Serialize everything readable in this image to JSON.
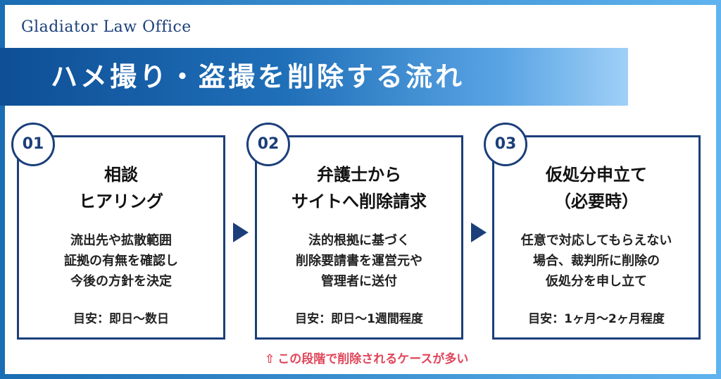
{
  "brand": "Gladiator Law Office",
  "title": "ハメ撮り・盗撮を削除する流れ",
  "steps": [
    {
      "number": "01",
      "title_line1": "相談",
      "title_line2": "ヒアリング",
      "desc_line1": "流出先や拡散範囲",
      "desc_line2": "証拠の有無を確認し",
      "desc_line3": "今後の方針を決定",
      "estimate": "目安：即日～数日"
    },
    {
      "number": "02",
      "title_line1": "弁護士から",
      "title_line2": "サイトへ削除請求",
      "desc_line1": "法的根拠に基づく",
      "desc_line2": "削除要請書を運営元や",
      "desc_line3": "管理者に送付",
      "estimate": "目安：即日～1週間程度"
    },
    {
      "number": "03",
      "title_line1": "仮処分申立て",
      "title_line2": "（必要時）",
      "desc_line1": "任意で対応してもらえない",
      "desc_line2": "場合、裁判所に削除の",
      "desc_line3": "仮処分を申し立て",
      "estimate": "目安：1ヶ月～2ヶ月程度"
    }
  ],
  "note": {
    "icon": "up-arrow-icon",
    "arrow_glyph": "⇧",
    "text": "この段階で削除されるケースが多い"
  },
  "colors": {
    "navy": "#1b3f7a",
    "banner_start": "#0e4f96",
    "banner_end": "#9fd0f7",
    "note": "#e0465a"
  }
}
